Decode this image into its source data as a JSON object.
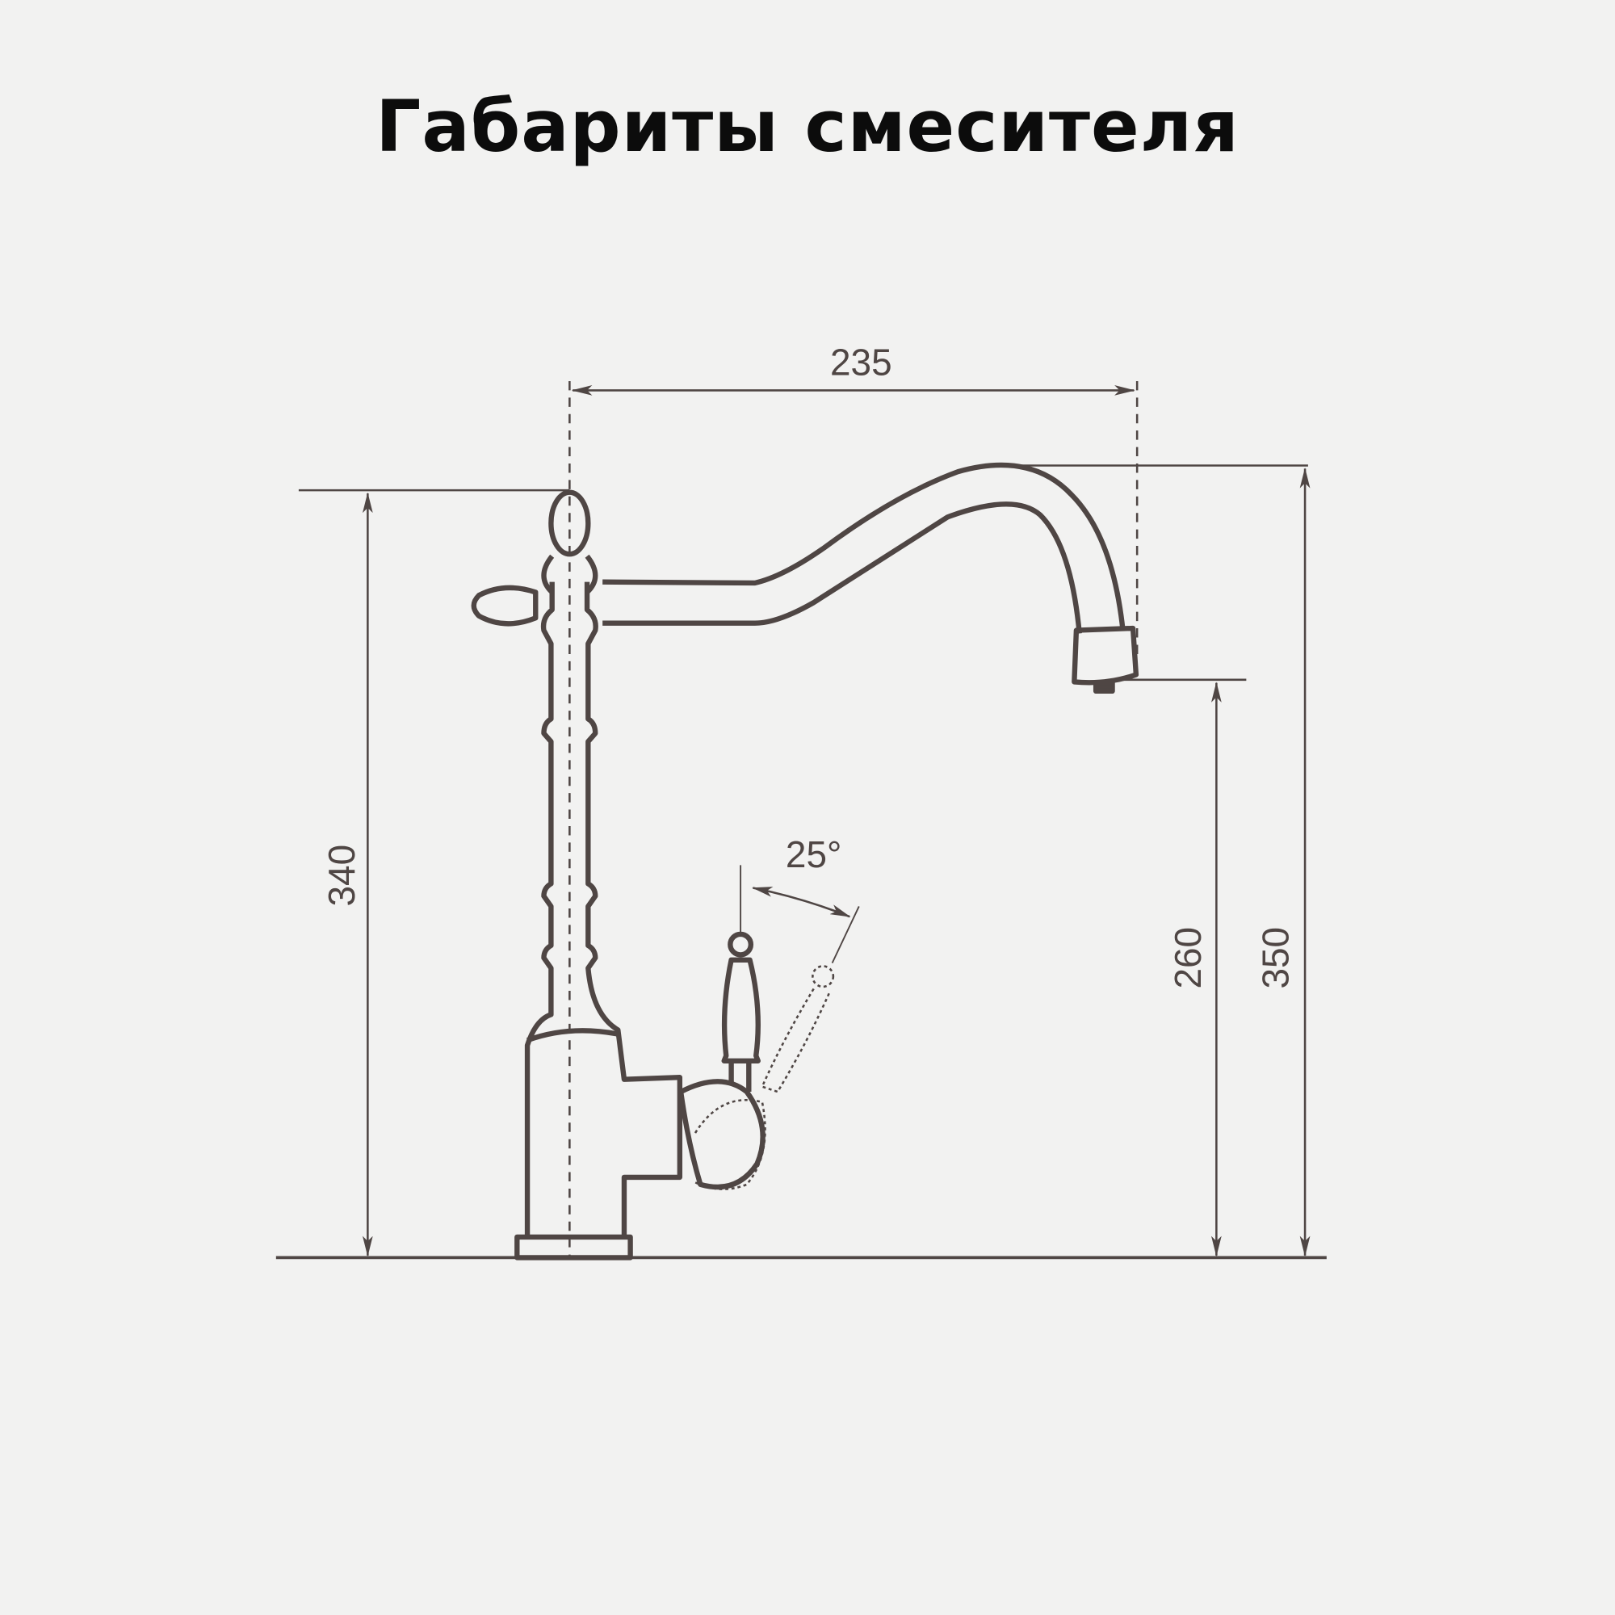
{
  "title": "Габариты смесителя",
  "dimensions": {
    "spout_reach": "235",
    "body_height": "340",
    "spout_outlet_height": "260",
    "total_height": "350",
    "lever_angle": "25°"
  },
  "colors": {
    "line": "#4f4644",
    "background": "#f2f2f1",
    "title": "#0c0c0c"
  }
}
